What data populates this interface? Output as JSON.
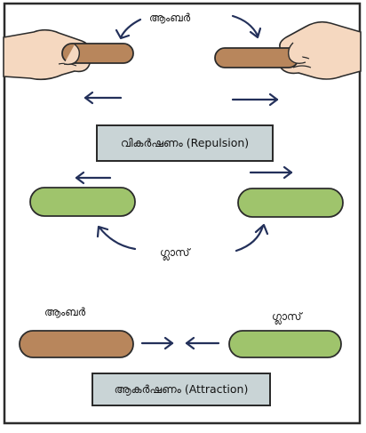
{
  "labels": {
    "amber_top": "ആംബർ",
    "repulsion_box": "വികർഷണം (Repulsion)",
    "glass_middle": "ഗ്ലാസ്",
    "amber_bottom": "ആംബർ",
    "glass_bottom": "ഗ്ലാസ്",
    "attraction_box": "ആകർഷണം (Attraction)"
  },
  "colors": {
    "amber_rod": "#b8865c",
    "glass_rod": "#9fc46c",
    "skin": "#f5d8c0",
    "box_fill": "#c9d4d6",
    "outline": "#2b2b2b",
    "arrow": "#23305a"
  }
}
